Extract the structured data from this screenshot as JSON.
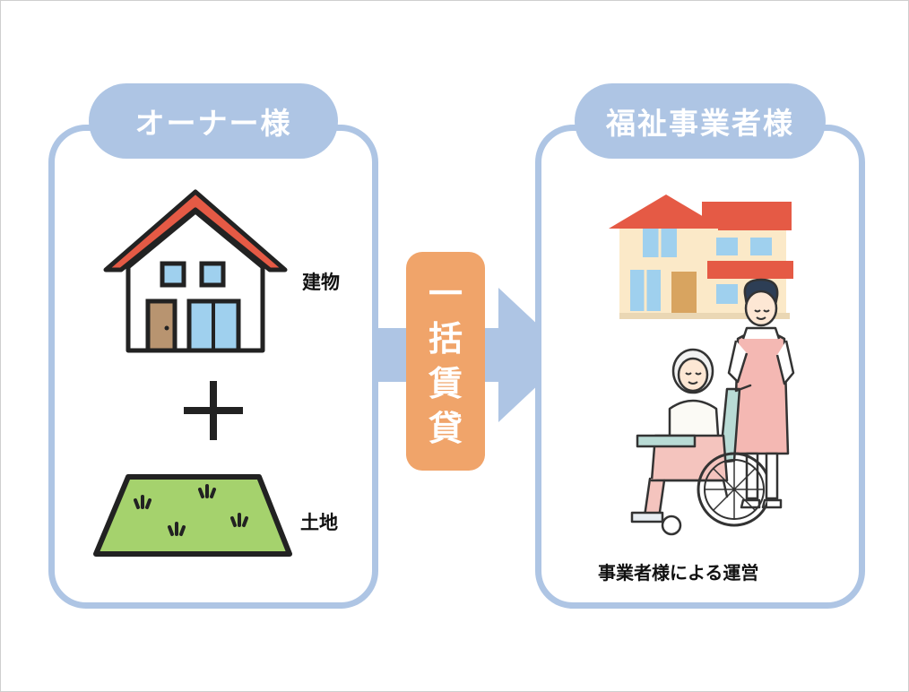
{
  "owner": {
    "title": "オーナー様",
    "building_label": "建物",
    "land_label": "土地"
  },
  "center": {
    "chars": [
      "一",
      "括",
      "賃",
      "貸"
    ]
  },
  "operator": {
    "title": "福祉事業者様",
    "caption": "事業者様による運営"
  },
  "colors": {
    "panel_border": "#aec5e4",
    "tag_fill": "#aec5e4",
    "arrow_fill": "#aec5e4",
    "lump_fill": "#f0a46a",
    "roof_red": "#e55a45",
    "land_green": "#a5d26d"
  },
  "icons": [
    "house-icon",
    "plus-icon",
    "land-icon",
    "care-facility-icon",
    "caregiver-icon",
    "wheelchair-user-icon"
  ]
}
